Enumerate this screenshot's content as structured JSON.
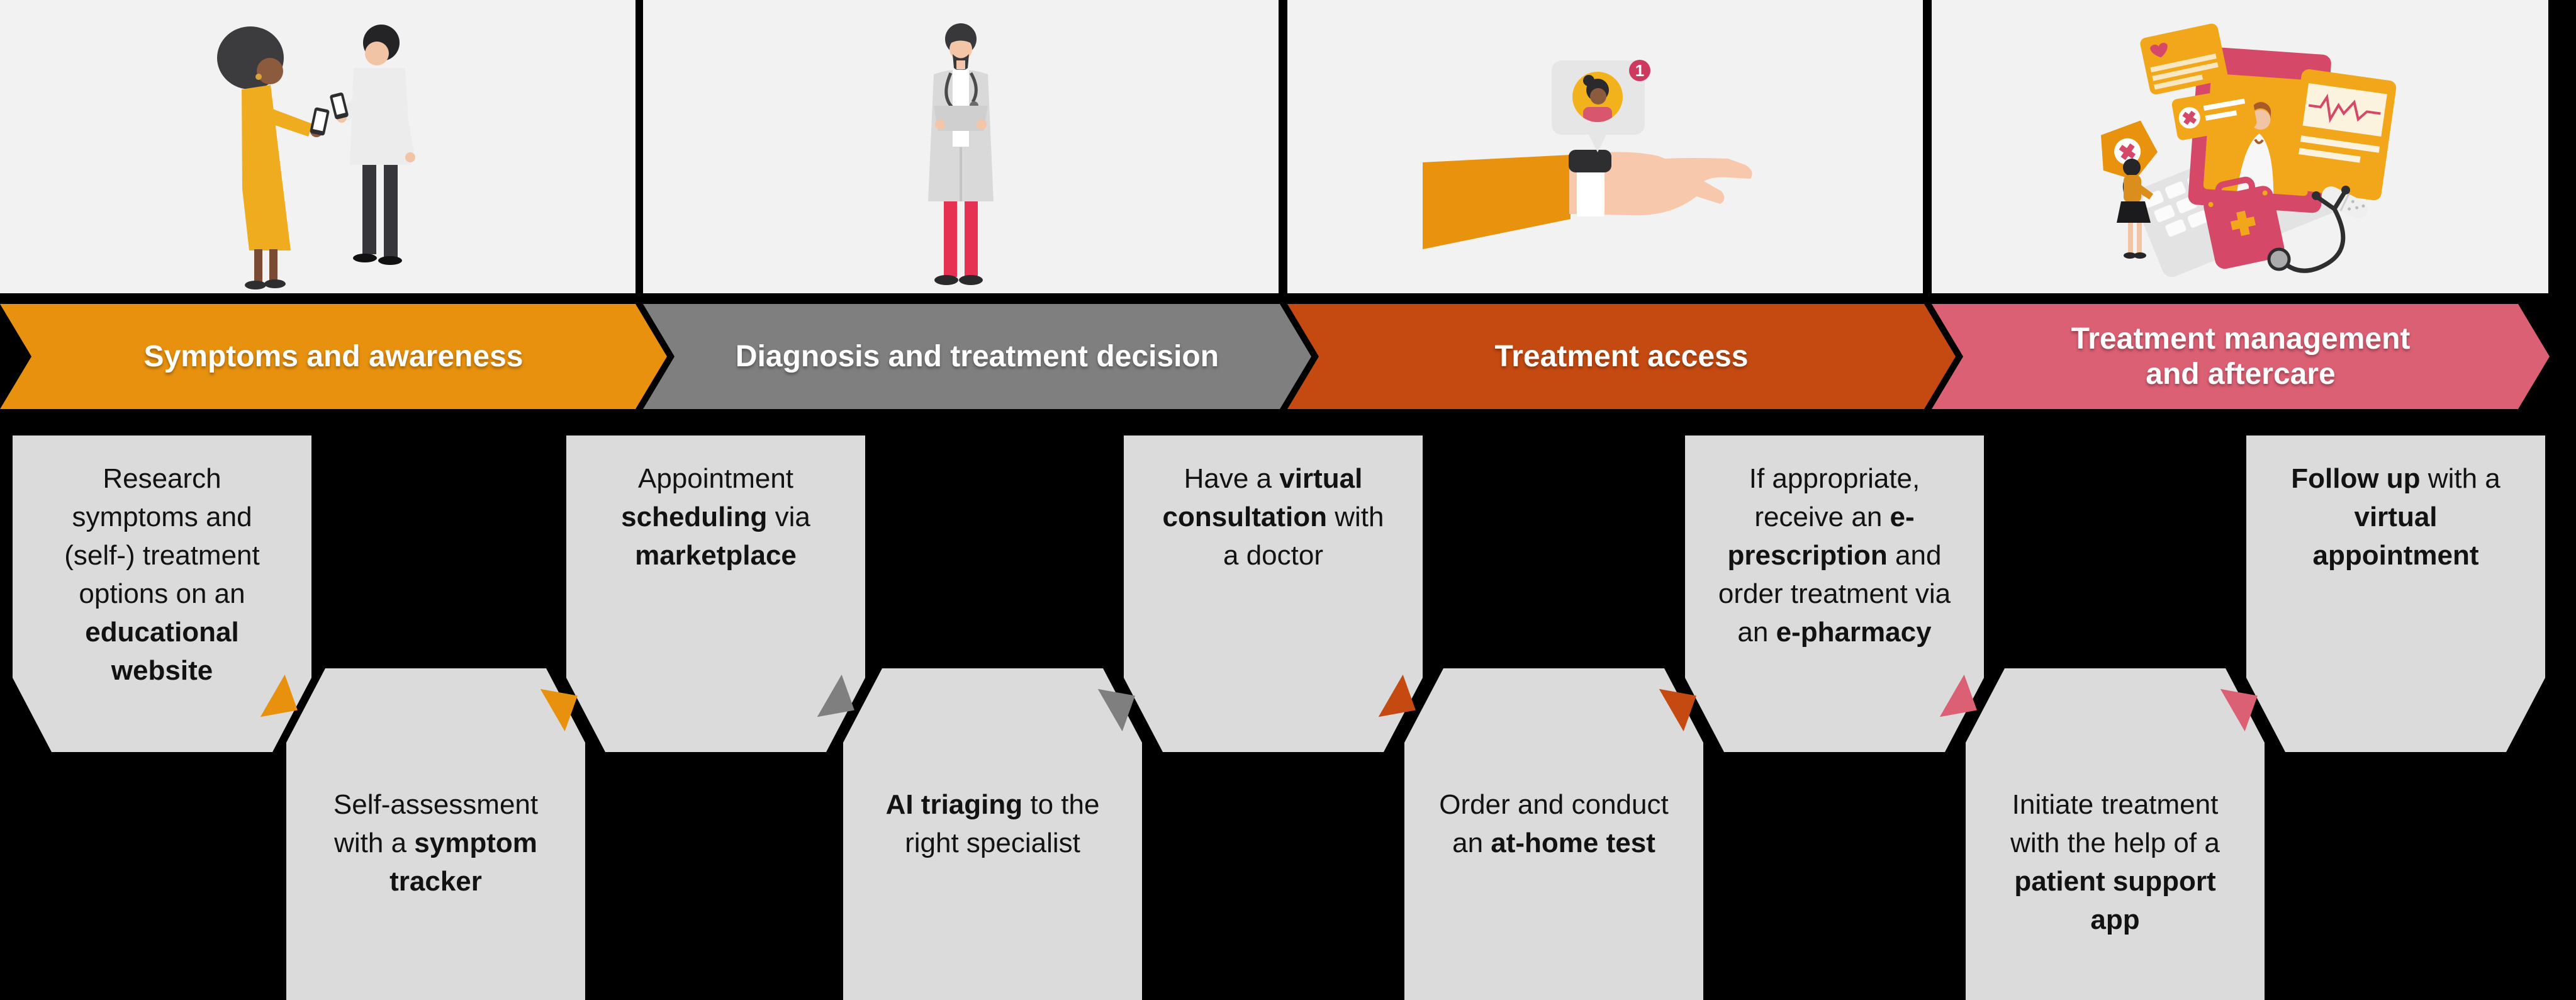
{
  "stages": [
    {
      "label": "Symptoms and awareness",
      "color": "#E8910E"
    },
    {
      "label": "Diagnosis and treatment decision",
      "color": "#7F7F7F"
    },
    {
      "label": "Treatment access",
      "color": "#C54A11"
    },
    {
      "label": "Treatment management\nand aftercare",
      "color": "#DC6074"
    }
  ],
  "steps": [
    {
      "segments": [
        {
          "t": "Research symptoms and (self-) treatment options on an "
        },
        {
          "t": "educational website",
          "b": true
        }
      ]
    },
    {
      "segments": [
        {
          "t": "Self-assessment with a "
        },
        {
          "t": "symptom tracker",
          "b": true
        }
      ]
    },
    {
      "segments": [
        {
          "t": "Appointment "
        },
        {
          "t": "scheduling",
          "b": true
        },
        {
          "t": " via "
        },
        {
          "t": "marketplace",
          "b": true
        }
      ]
    },
    {
      "segments": [
        {
          "t": "AI triaging",
          "b": true
        },
        {
          "t": " to the right specialist"
        }
      ]
    },
    {
      "segments": [
        {
          "t": "Have a "
        },
        {
          "t": "virtual consultation",
          "b": true
        },
        {
          "t": " with a doctor"
        }
      ]
    },
    {
      "segments": [
        {
          "t": "Order and conduct an "
        },
        {
          "t": "at-home test",
          "b": true
        }
      ]
    },
    {
      "segments": [
        {
          "t": "If appropriate, receive an "
        },
        {
          "t": "e-prescription",
          "b": true
        },
        {
          "t": " and order treatment via an "
        },
        {
          "t": "e-pharmacy",
          "b": true
        }
      ]
    },
    {
      "segments": [
        {
          "t": "Initiate treatment with the help of a "
        },
        {
          "t": "patient support app",
          "b": true
        }
      ]
    },
    {
      "segments": [
        {
          "t": "Follow up",
          "b": true
        },
        {
          "t": " with a "
        },
        {
          "t": "virtual appointment",
          "b": true
        }
      ]
    }
  ],
  "connectors": [
    "#E8910E",
    "#E8910E",
    "#7F7F7F",
    "#7F7F7F",
    "#C54A11",
    "#C54A11",
    "#DC6074",
    "#DC6074"
  ],
  "illustrations": {
    "panel1": "patients-discussing-phone-illustration",
    "panel2": "doctor-illustration",
    "panel3": "smartwatch-notification-illustration",
    "panel4": "telemedicine-computer-illustration",
    "watch_badge": "1"
  },
  "canvas": {
    "background": "#000000",
    "panel_background": "#F2F2F2",
    "box_background": "#DBDBDB"
  }
}
